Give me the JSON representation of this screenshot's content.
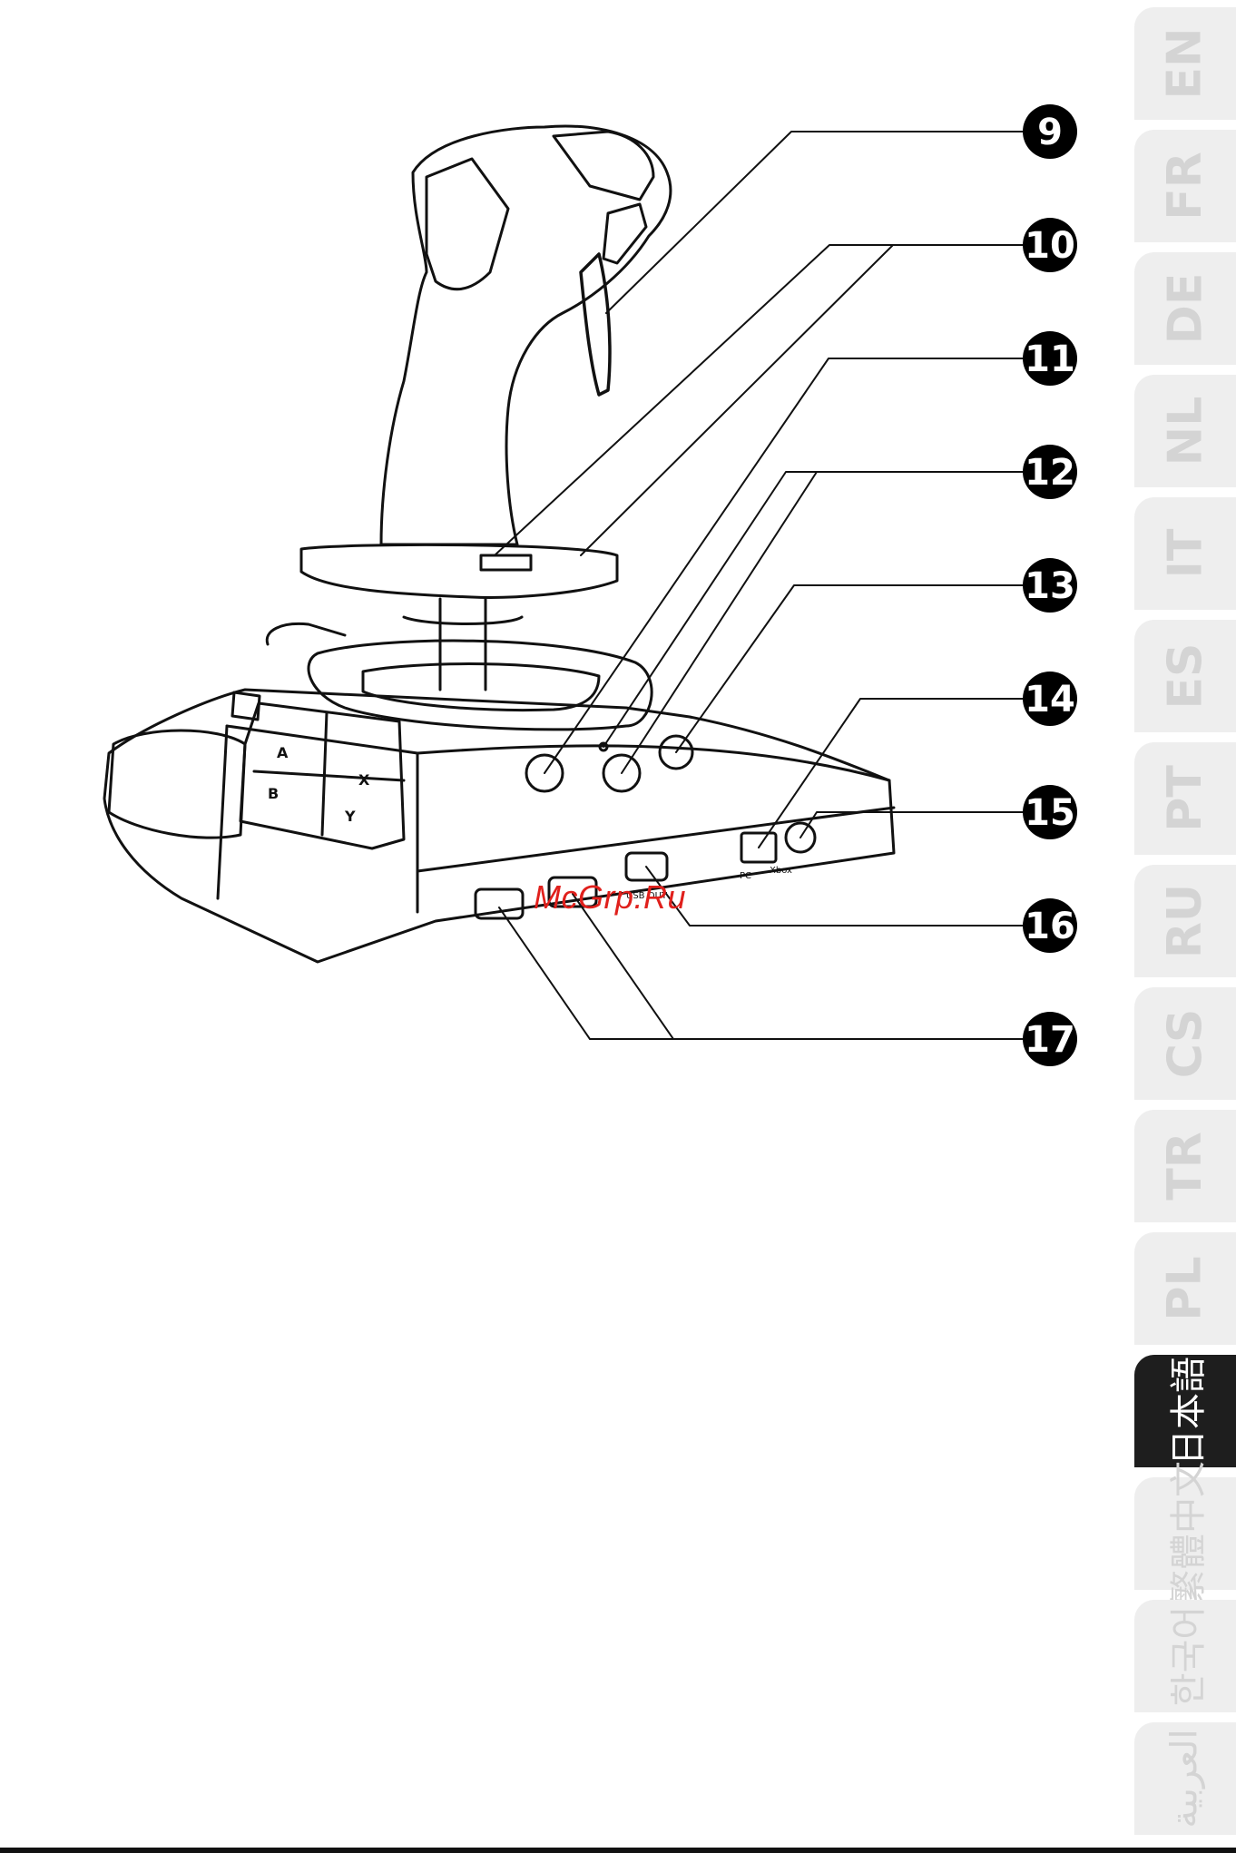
{
  "callouts": [
    {
      "number": "9"
    },
    {
      "number": "10"
    },
    {
      "number": "11"
    },
    {
      "number": "12"
    },
    {
      "number": "13"
    },
    {
      "number": "14"
    },
    {
      "number": "15"
    },
    {
      "number": "16"
    },
    {
      "number": "17"
    }
  ],
  "device_labels": {
    "button_a": "A",
    "button_b": "B",
    "button_x": "X",
    "button_y": "Y",
    "port_usb_out": "USB OUT",
    "port_pc": "PC",
    "port_xbox": "Xbox"
  },
  "watermark": "McGrp.Ru",
  "language_tabs": [
    {
      "code": "EN",
      "active": false,
      "cjk": false
    },
    {
      "code": "FR",
      "active": false,
      "cjk": false
    },
    {
      "code": "DE",
      "active": false,
      "cjk": false
    },
    {
      "code": "NL",
      "active": false,
      "cjk": false
    },
    {
      "code": "IT",
      "active": false,
      "cjk": false
    },
    {
      "code": "ES",
      "active": false,
      "cjk": false
    },
    {
      "code": "PT",
      "active": false,
      "cjk": false
    },
    {
      "code": "RU",
      "active": false,
      "cjk": false
    },
    {
      "code": "CS",
      "active": false,
      "cjk": false
    },
    {
      "code": "TR",
      "active": false,
      "cjk": false
    },
    {
      "code": "PL",
      "active": false,
      "cjk": false
    },
    {
      "code": "日本語",
      "active": true,
      "cjk": true
    },
    {
      "code": "繁體中文",
      "active": false,
      "cjk": true
    },
    {
      "code": "한국어",
      "active": false,
      "cjk": true
    },
    {
      "code": "العربية",
      "active": false,
      "cjk": true
    }
  ],
  "colors": {
    "tab_inactive": "#eeeeee",
    "tab_active": "#1e1e1e",
    "tab_text_inactive": "#d4d4d4",
    "tab_text_active": "#ffffff",
    "watermark": "#e0201c",
    "line_art": "#111111"
  }
}
